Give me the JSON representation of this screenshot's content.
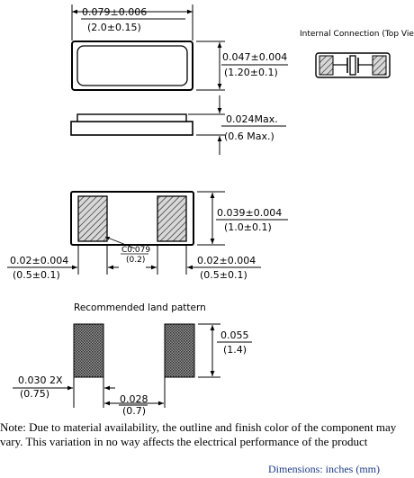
{
  "top_view": {
    "length_in": "0.079±0.006",
    "length_mm": "(2.0±0.15)",
    "width_in": "0.047±0.004",
    "width_mm": "(1.20±0.1)"
  },
  "internal_connection": {
    "label": "Internal Connection (Top View)"
  },
  "side_view": {
    "height_in": "0.024Max.",
    "height_mm": "(0.6 Max.)"
  },
  "bottom_view": {
    "height_in": "0.039±0.004",
    "height_mm": "(1.0±0.1)",
    "left_pad_in": "0.02±0.004",
    "left_pad_mm": "(0.5±0.1)",
    "right_pad_in": "0.02±0.004",
    "right_pad_mm": "(0.5±0.1)",
    "chamfer_in": "C0.079",
    "chamfer_mm": "(0.2)"
  },
  "land_pattern": {
    "title": "Recommended land pattern",
    "pad_height_in": "0.055",
    "pad_height_mm": "(1.4)",
    "pad_width_in": "0.030 2X",
    "pad_width_mm": "(0.75)",
    "gap_in": "0.028",
    "gap_mm": "(0.7)"
  },
  "note": "Note: Due to material availability, the outline and finish color of the component may vary. This variation in no way affects the electrical performance of the product",
  "units_label": "Dimensions: inches (mm)"
}
